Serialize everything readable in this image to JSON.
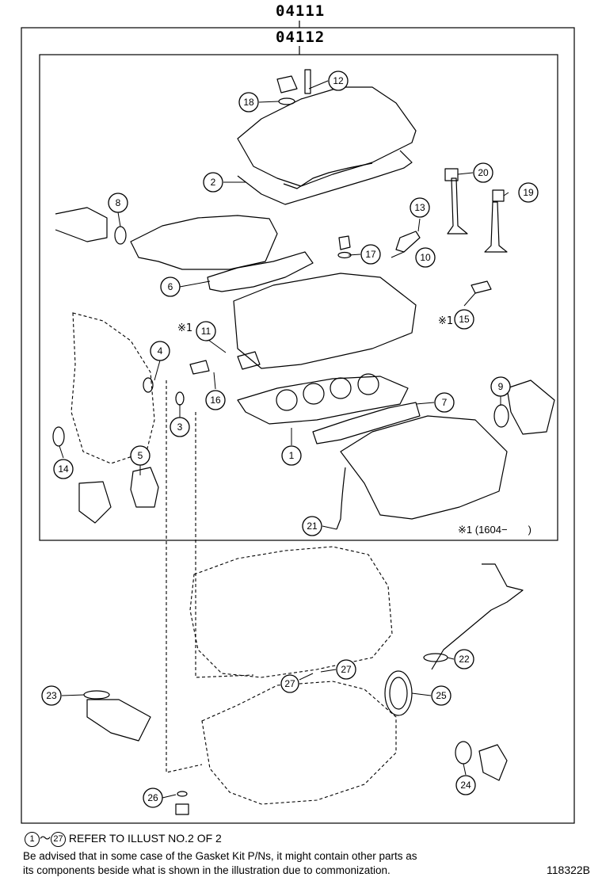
{
  "part_numbers": {
    "outer_kit": "04111",
    "inner_kit": "04112"
  },
  "callouts": [
    {
      "id": "1",
      "label": "1"
    },
    {
      "id": "2",
      "label": "2"
    },
    {
      "id": "3",
      "label": "3"
    },
    {
      "id": "4",
      "label": "4"
    },
    {
      "id": "5",
      "label": "5"
    },
    {
      "id": "6",
      "label": "6"
    },
    {
      "id": "7",
      "label": "7"
    },
    {
      "id": "8",
      "label": "8"
    },
    {
      "id": "9",
      "label": "9"
    },
    {
      "id": "10",
      "label": "10"
    },
    {
      "id": "11",
      "label": "11"
    },
    {
      "id": "12",
      "label": "12"
    },
    {
      "id": "13",
      "label": "13"
    },
    {
      "id": "14",
      "label": "14"
    },
    {
      "id": "15",
      "label": "15"
    },
    {
      "id": "16",
      "label": "16"
    },
    {
      "id": "17",
      "label": "17"
    },
    {
      "id": "18",
      "label": "18"
    },
    {
      "id": "19",
      "label": "19"
    },
    {
      "id": "20",
      "label": "20"
    },
    {
      "id": "21",
      "label": "21"
    },
    {
      "id": "22",
      "label": "22"
    },
    {
      "id": "23",
      "label": "23"
    },
    {
      "id": "24",
      "label": "24"
    },
    {
      "id": "25",
      "label": "25"
    },
    {
      "id": "26",
      "label": "26"
    },
    {
      "id": "27",
      "label": "27"
    }
  ],
  "remark_mark": "※1",
  "model_range": "※1 (1604−　　)",
  "notes": {
    "ref_from": "1",
    "ref_tilde": "〜",
    "ref_to": "27",
    "ref_text": "REFER TO ILLUST NO.2 OF 2",
    "line1": "Be advised that in some case of the Gasket Kit P/Ns,  it might contain other parts as",
    "line2": "its components beside what is shown in the illustration due to commonization."
  },
  "drawing_id": "118322B"
}
